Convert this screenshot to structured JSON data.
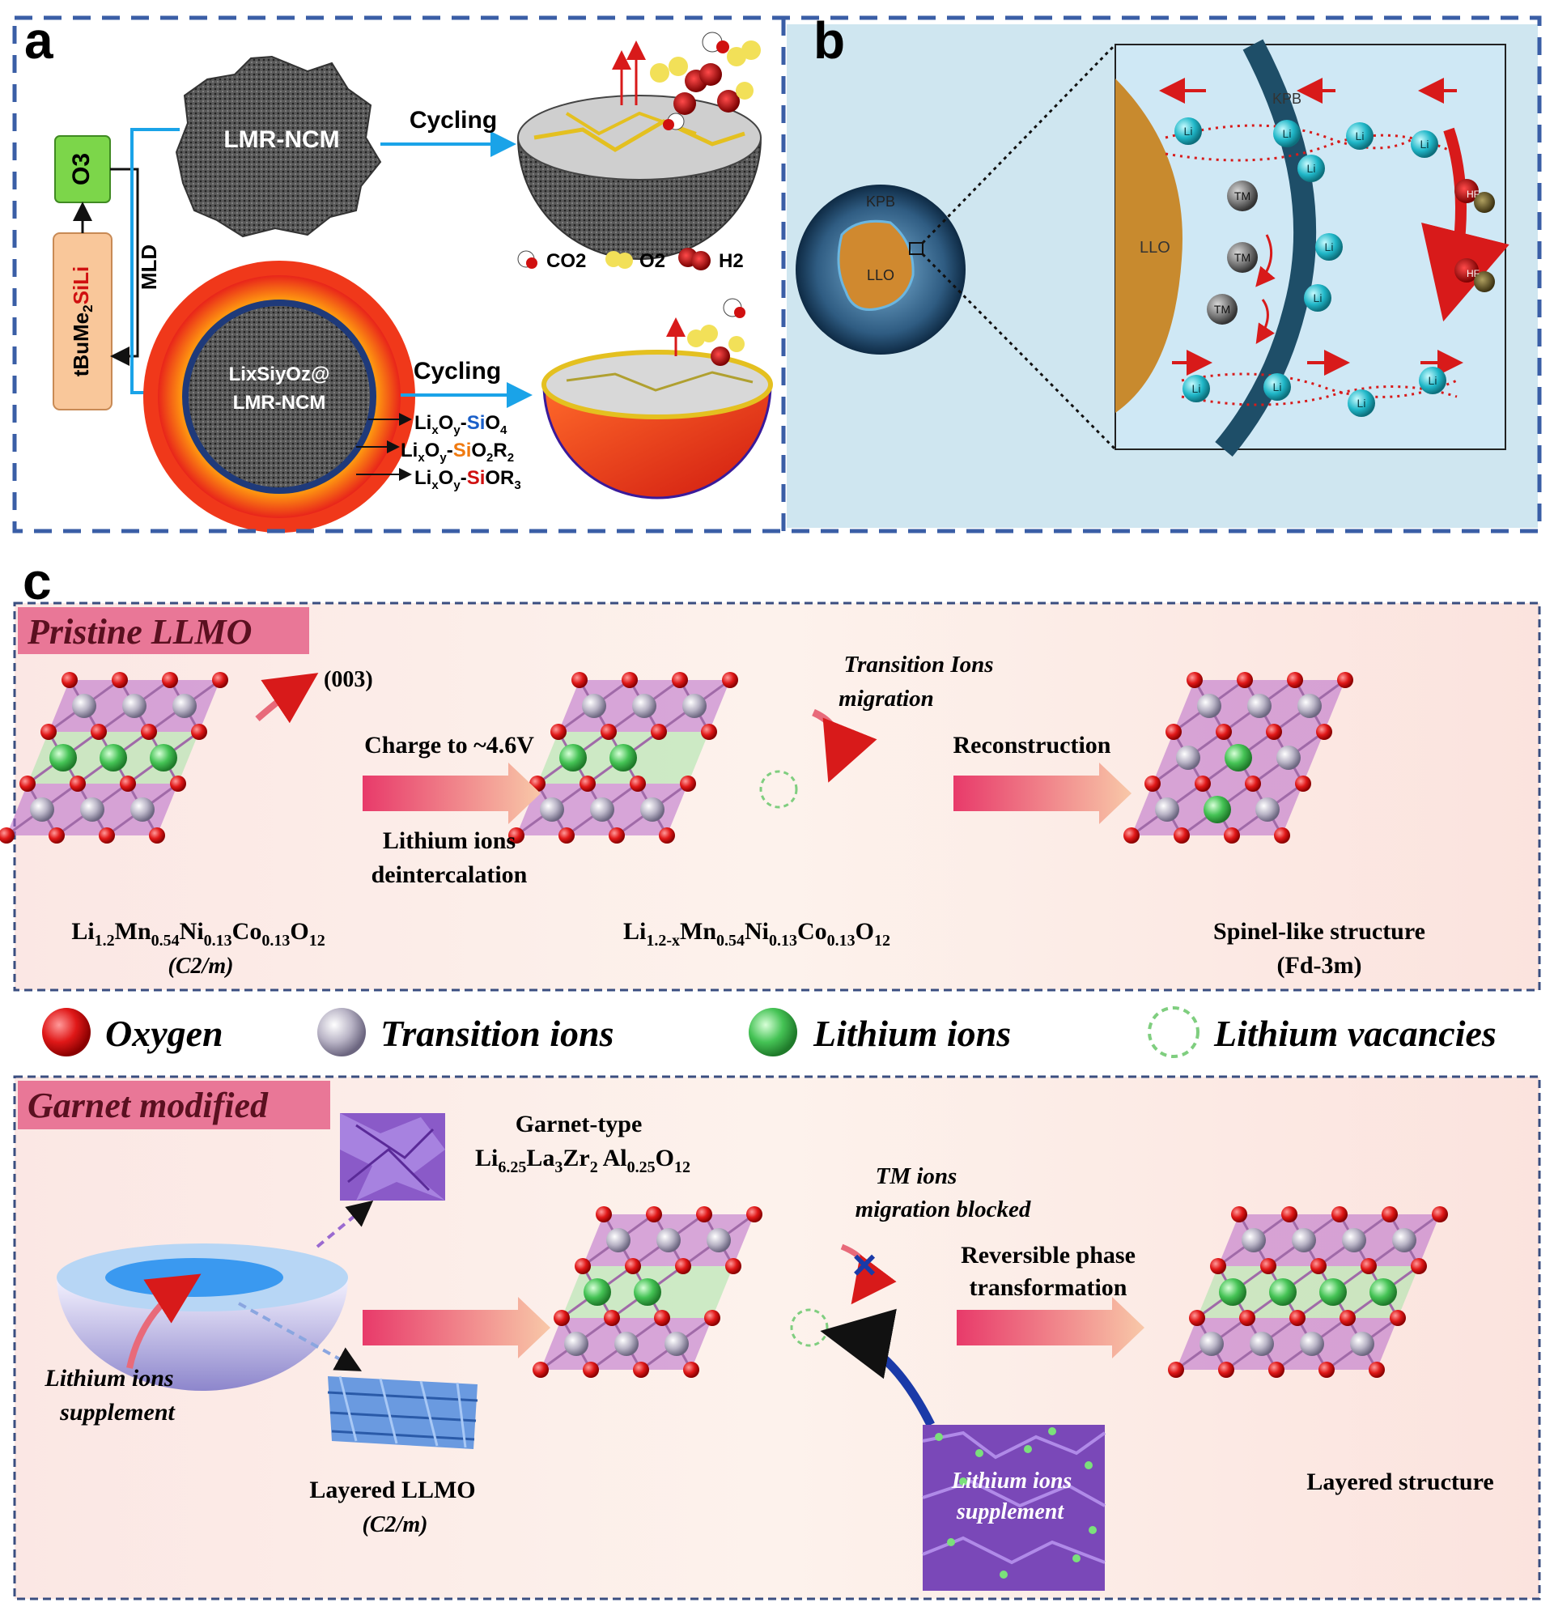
{
  "panel_a": {
    "label": "a",
    "o3": "O3",
    "precursor": "tBuMe2SiLi",
    "precursor_parts": [
      "tBuMe",
      "2",
      "SiLi"
    ],
    "mld": "MLD",
    "particle_top": "LMR-NCM",
    "particle_bottom_line1": "LixSiyOz@",
    "particle_bottom_line2": "LMR-NCM",
    "cycling_top": "Cycling",
    "cycling_bottom": "Cycling",
    "gas_legend": [
      "CO2",
      "O2",
      "H2"
    ],
    "coating_layers": [
      "LixOy-SiO4",
      "LixOy-SiO2R2",
      "LixOy-SiOR3"
    ]
  },
  "panel_b": {
    "label": "b",
    "kpb_small": "KPB",
    "llo_small": "LLO",
    "kpb_zoom": "KPB",
    "llo_zoom": "LLO",
    "li": "Li",
    "tm": "TM",
    "hf": "HF"
  },
  "panel_c": {
    "label": "c",
    "pristine_title": "Pristine LLMO",
    "plane": "(003)",
    "charge": "Charge to ~4.6V",
    "deint_line1": "Lithium ions",
    "deint_line2": "deintercalation",
    "tim_line1": "Transition Ions",
    "tim_line2": "migration",
    "reconstruction": "Reconstruction",
    "formula1": "Li1.2Mn0.54Ni0.13Co0.13O12",
    "space1": "(C2/m)",
    "formula2": "Li1.2-xMn0.54Ni0.13Co0.13O12",
    "spinel": "Spinel-like structure",
    "spinel_group": "(Fd-3m)",
    "legend": [
      "Oxygen",
      "Transition ions",
      "Lithium ions",
      "Lithium vacancies"
    ],
    "garnet_title": "Garnet modified",
    "garnet_type": "Garnet-type",
    "garnet_formula": "Li6.25La3Zr2 Al0.25O12",
    "tm_block_line1": "TM ions",
    "tm_block_line2": "migration blocked",
    "rev_line1": "Reversible phase",
    "rev_line2": "transformation",
    "li_supp_line1": "Lithium ions",
    "li_supp_line2": "supplement",
    "layered_llmo": "Layered  LLMO",
    "layered_group": "(C2/m)",
    "li_supp2_line1": "Lithium ions",
    "li_supp2_line2": "supplement",
    "layered_structure": "Layered structure"
  },
  "colors": {
    "frame_blue": "#3a5ea6",
    "arrow_blue": "#1aa3e8",
    "oxygen": "#d01010",
    "transition": "#b8b4c8",
    "lithium": "#3fbf4f",
    "octahedra": "#a04fb5",
    "pink_banner": "#e97797"
  }
}
